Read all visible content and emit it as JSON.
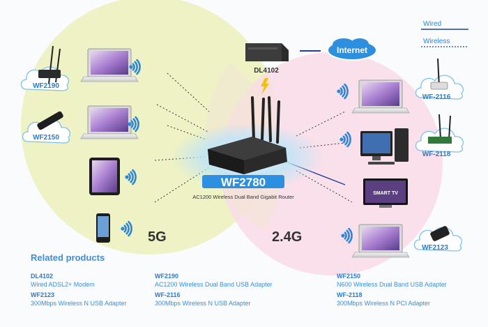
{
  "legend": {
    "wired": "Wired",
    "wireless": "Wireless"
  },
  "internet": "Internet",
  "modem": "DL4102",
  "router": {
    "model": "WF2780",
    "subtitle": "AC1200 Wireless Dual Band Gigabit Router"
  },
  "bands": {
    "left": "5G",
    "right": "2.4G"
  },
  "smart_tv_text": "SMART TV",
  "clouds": [
    "WF2190",
    "WF2150",
    "WF-2116",
    "WF-2118",
    "WF2123"
  ],
  "related": {
    "title": "Related products",
    "items": [
      {
        "code": "DL4102",
        "desc": "Wired ADSL2+ Modem"
      },
      {
        "code": "WF2123",
        "desc": "300Mbps Wireless N USB Adapter"
      },
      {
        "code": "WF2190",
        "desc": "AC1200 Wireless Dual Band USB Adapter"
      },
      {
        "code": "WF-2116",
        "desc": "300Mbps Wireless N USB Adapter"
      },
      {
        "code": "WF2150",
        "desc": "N600 Wireless Dual Band USB Adapter"
      },
      {
        "code": "WF-2118",
        "desc": "300Mbps Wireless N PCI Adapter"
      }
    ]
  },
  "colors": {
    "accent_blue": "#2a7cc7",
    "zone_left": "#eef2c4",
    "zone_right": "#f8dde8",
    "wire": "#1f3f8f"
  }
}
